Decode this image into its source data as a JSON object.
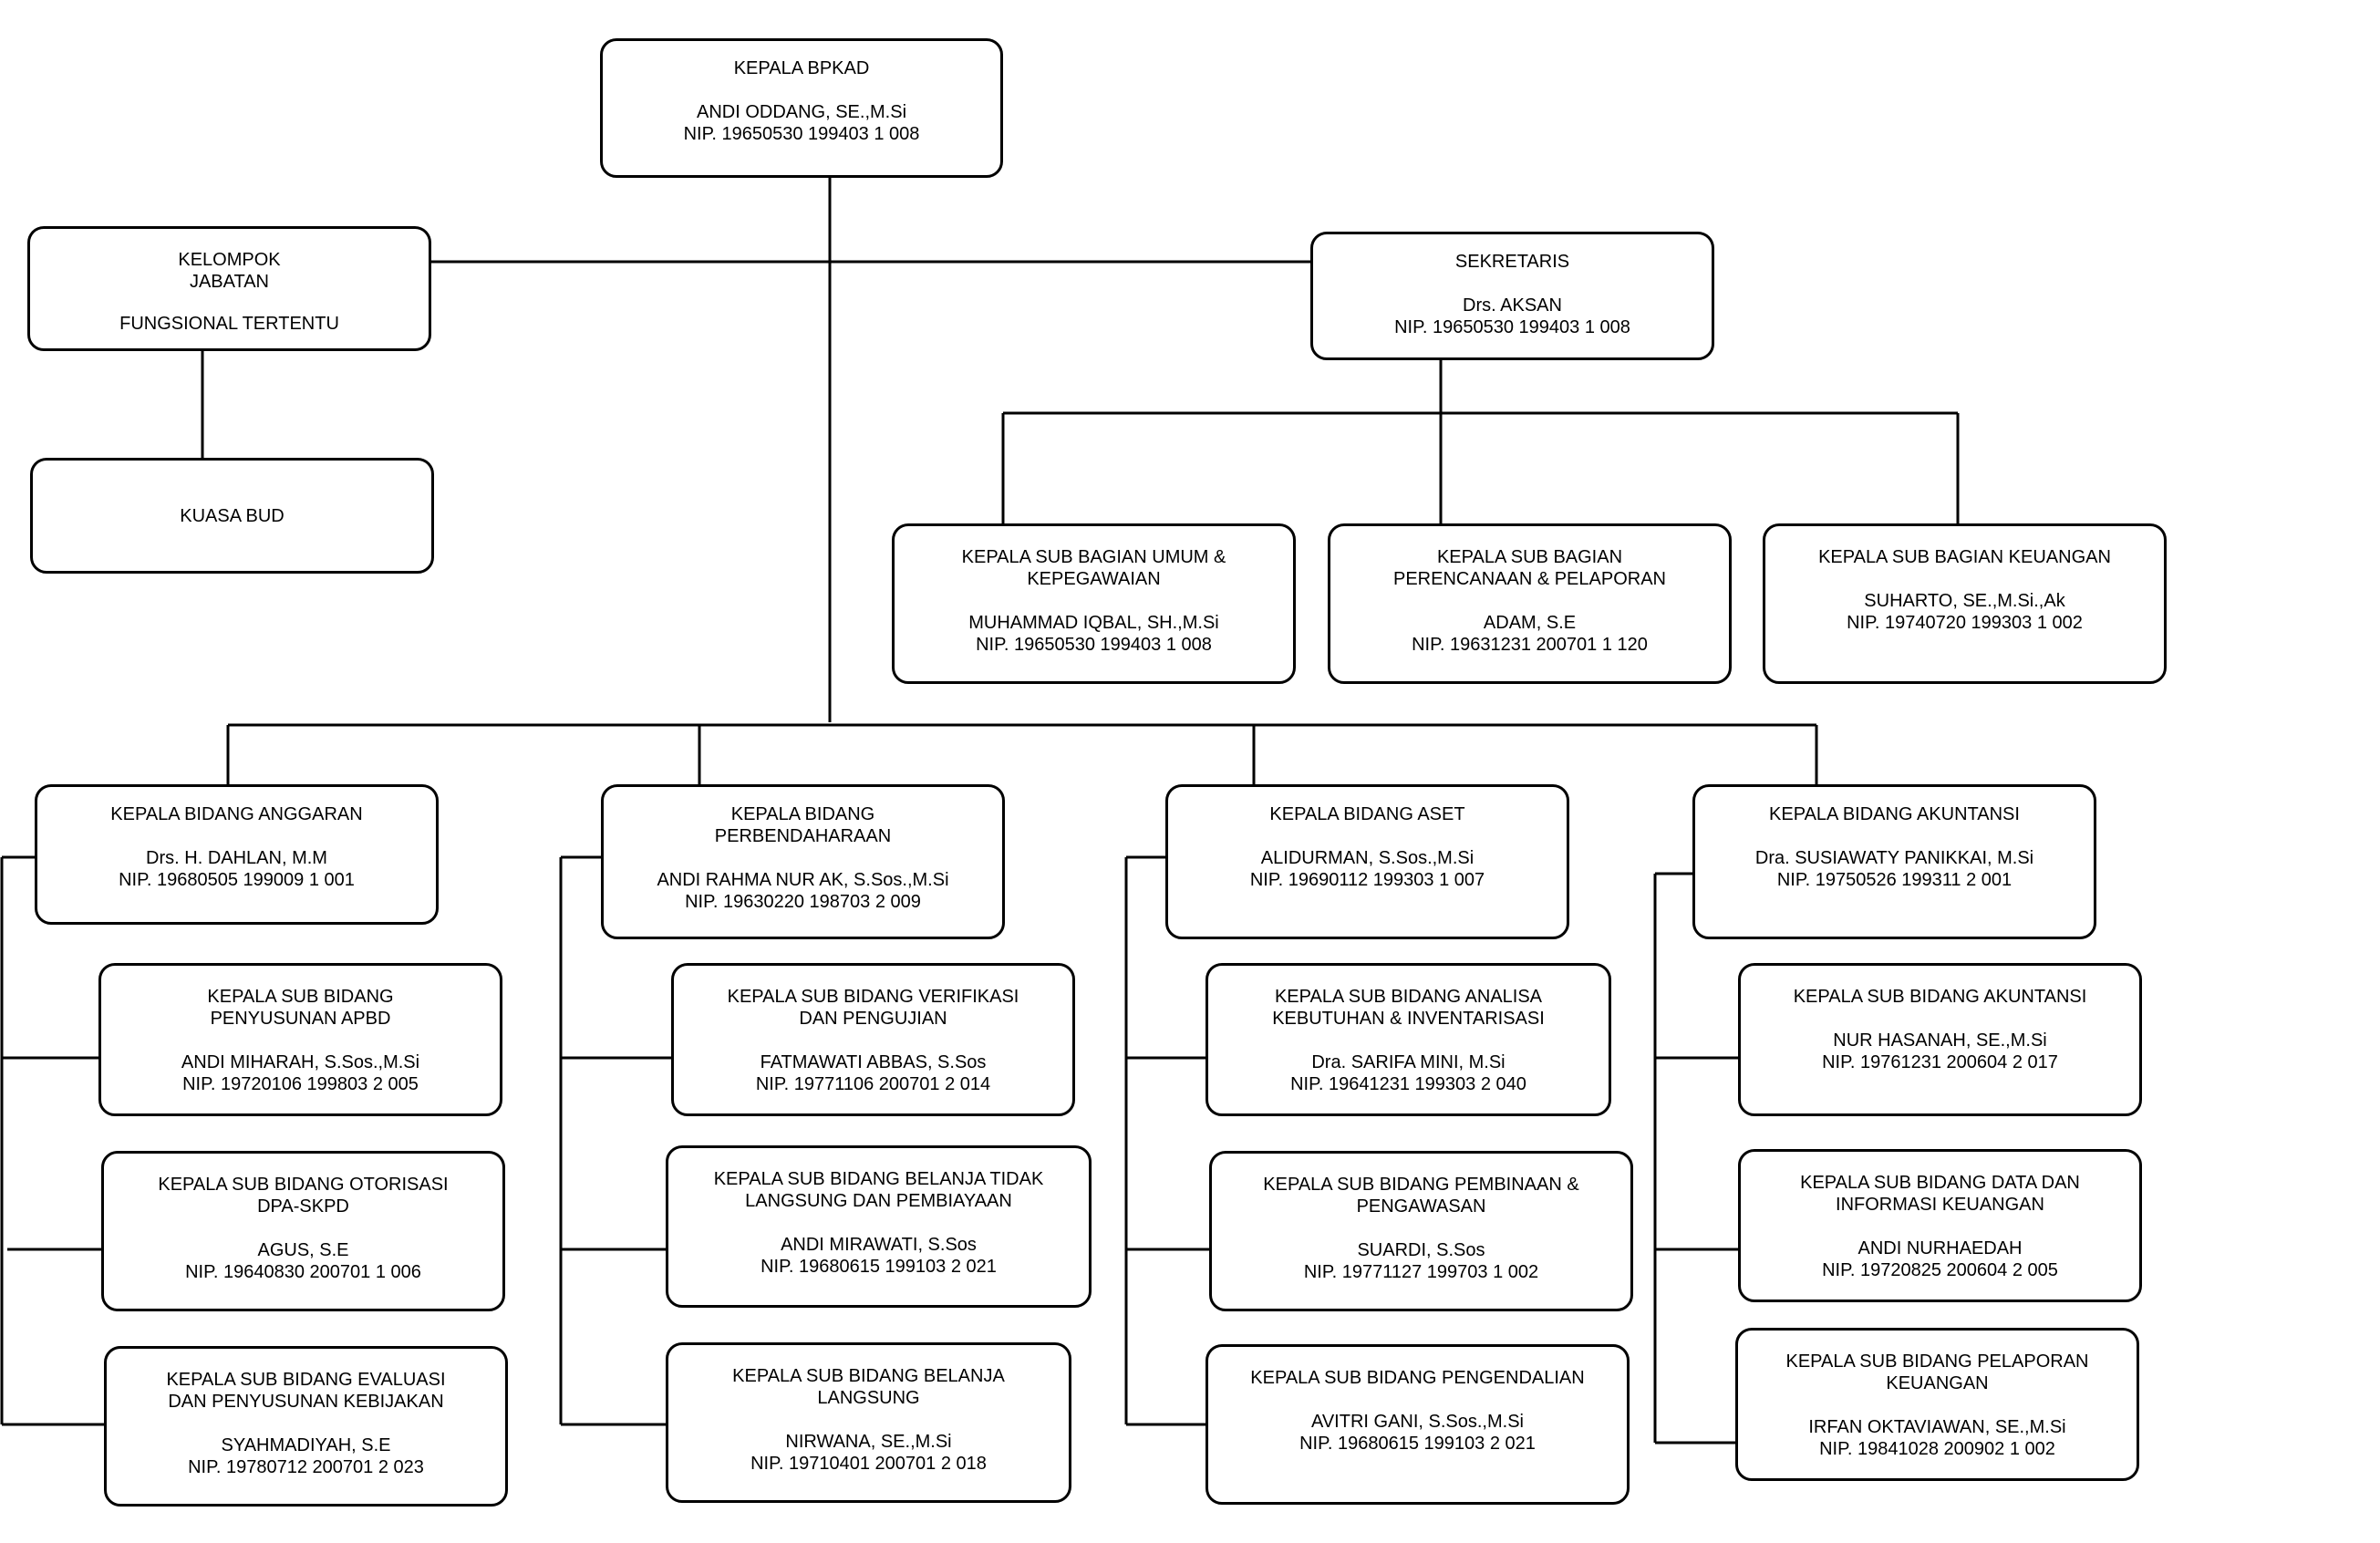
{
  "org_chart": {
    "kepala": {
      "title": "KEPALA BPKAD",
      "name": "ANDI ODDANG, SE.,M.Si",
      "nip": "NIP. 19650530 199403 1 008"
    },
    "kelompok": {
      "title": "KELOMPOK\nJABATAN",
      "name": "FUNGSIONAL TERTENTU"
    },
    "kuasa_bud": {
      "title": "KUASA BUD"
    },
    "sekretaris": {
      "title": "SEKRETARIS",
      "name": "Drs. AKSAN",
      "nip": "NIP. 19650530 199403 1 008"
    },
    "subbag_umum": {
      "title": "KEPALA SUB BAGIAN UMUM &\nKEPEGAWAIAN",
      "name": "MUHAMMAD IQBAL, SH.,M.Si",
      "nip": "NIP. 19650530 199403 1 008"
    },
    "subbag_perencanaan": {
      "title": "KEPALA SUB BAGIAN\nPERENCANAAN & PELAPORAN",
      "name": "ADAM, S.E",
      "nip": "NIP. 19631231 200701 1 120"
    },
    "subbag_keuangan": {
      "title": "KEPALA SUB BAGIAN  KEUANGAN",
      "name": "SUHARTO, SE.,M.Si.,Ak",
      "nip": "NIP. 19740720 199303 1 002"
    },
    "bidang_anggaran": {
      "title": "KEPALA BIDANG ANGGARAN",
      "name": "Drs. H. DAHLAN, M.M",
      "nip": "NIP. 19680505 199009 1 001"
    },
    "bidang_perbendaharaan": {
      "title": "KEPALA BIDANG\nPERBENDAHARAAN",
      "name": "ANDI RAHMA NUR AK, S.Sos.,M.Si",
      "nip": "NIP. 19630220 198703 2 009"
    },
    "bidang_aset": {
      "title": "KEPALA BIDANG ASET",
      "name": "ALIDURMAN, S.Sos.,M.Si",
      "nip": "NIP. 19690112 199303 1 007"
    },
    "bidang_akuntansi": {
      "title": "KEPALA BIDANG AKUNTANSI",
      "name": "Dra. SUSIAWATY PANIKKAI, M.Si",
      "nip": "NIP. 19750526 199311 2 001"
    },
    "sb_penyusunan_apbd": {
      "title": "KEPALA SUB BIDANG\nPENYUSUNAN APBD",
      "name": "ANDI MIHARAH, S.Sos.,M.Si",
      "nip": "NIP. 19720106 199803 2 005"
    },
    "sb_otorisasi": {
      "title": "KEPALA SUB BIDANG OTORISASI\nDPA-SKPD",
      "name": "AGUS, S.E",
      "nip": "NIP. 19640830 200701 1 006"
    },
    "sb_evaluasi": {
      "title": "KEPALA SUB BIDANG EVALUASI\nDAN PENYUSUNAN KEBIJAKAN",
      "name": "SYAHMADIYAH, S.E",
      "nip": "NIP. 19780712 200701 2 023"
    },
    "sb_verifikasi": {
      "title": "KEPALA SUB BIDANG VERIFIKASI\nDAN PENGUJIAN",
      "name": "FATMAWATI ABBAS, S.Sos",
      "nip": "NIP. 19771106 200701 2 014"
    },
    "sb_belanja_tidak_langsung": {
      "title": "KEPALA SUB BIDANG BELANJA TIDAK\nLANGSUNG DAN PEMBIAYAAN",
      "name": "ANDI MIRAWATI, S.Sos",
      "nip": "NIP. 19680615 199103 2 021"
    },
    "sb_belanja_langsung": {
      "title": "KEPALA SUB BIDANG BELANJA\nLANGSUNG",
      "name": "NIRWANA, SE.,M.Si",
      "nip": "NIP. 19710401 200701 2 018"
    },
    "sb_analisa": {
      "title": "KEPALA SUB BIDANG ANALISA\nKEBUTUHAN & INVENTARISASI",
      "name": "Dra. SARIFA MINI, M.Si",
      "nip": "NIP. 19641231 199303 2 040"
    },
    "sb_pembinaan": {
      "title": "KEPALA SUB BIDANG PEMBINAAN &\nPENGAWASAN",
      "name": "SUARDI, S.Sos",
      "nip": "NIP. 19771127 199703 1 002"
    },
    "sb_pengendalian": {
      "title": "KEPALA SUB BIDANG PENGENDALIAN",
      "name": "AVITRI GANI, S.Sos.,M.Si",
      "nip": "NIP. 19680615 199103 2 021"
    },
    "sb_akuntansi": {
      "title": "KEPALA SUB BIDANG AKUNTANSI",
      "name": "NUR HASANAH, SE.,M.Si",
      "nip": "NIP. 19761231 200604 2 017"
    },
    "sb_data": {
      "title": "KEPALA SUB BIDANG DATA DAN\nINFORMASI KEUANGAN",
      "name": "ANDI NURHAEDAH",
      "nip": "NIP. 19720825 200604 2 005"
    },
    "sb_pelaporan": {
      "title": "KEPALA SUB BIDANG PELAPORAN\nKEUANGAN",
      "name": "IRFAN OKTAVIAWAN, SE.,M.Si",
      "nip": "NIP. 19841028 200902 1 002"
    }
  }
}
